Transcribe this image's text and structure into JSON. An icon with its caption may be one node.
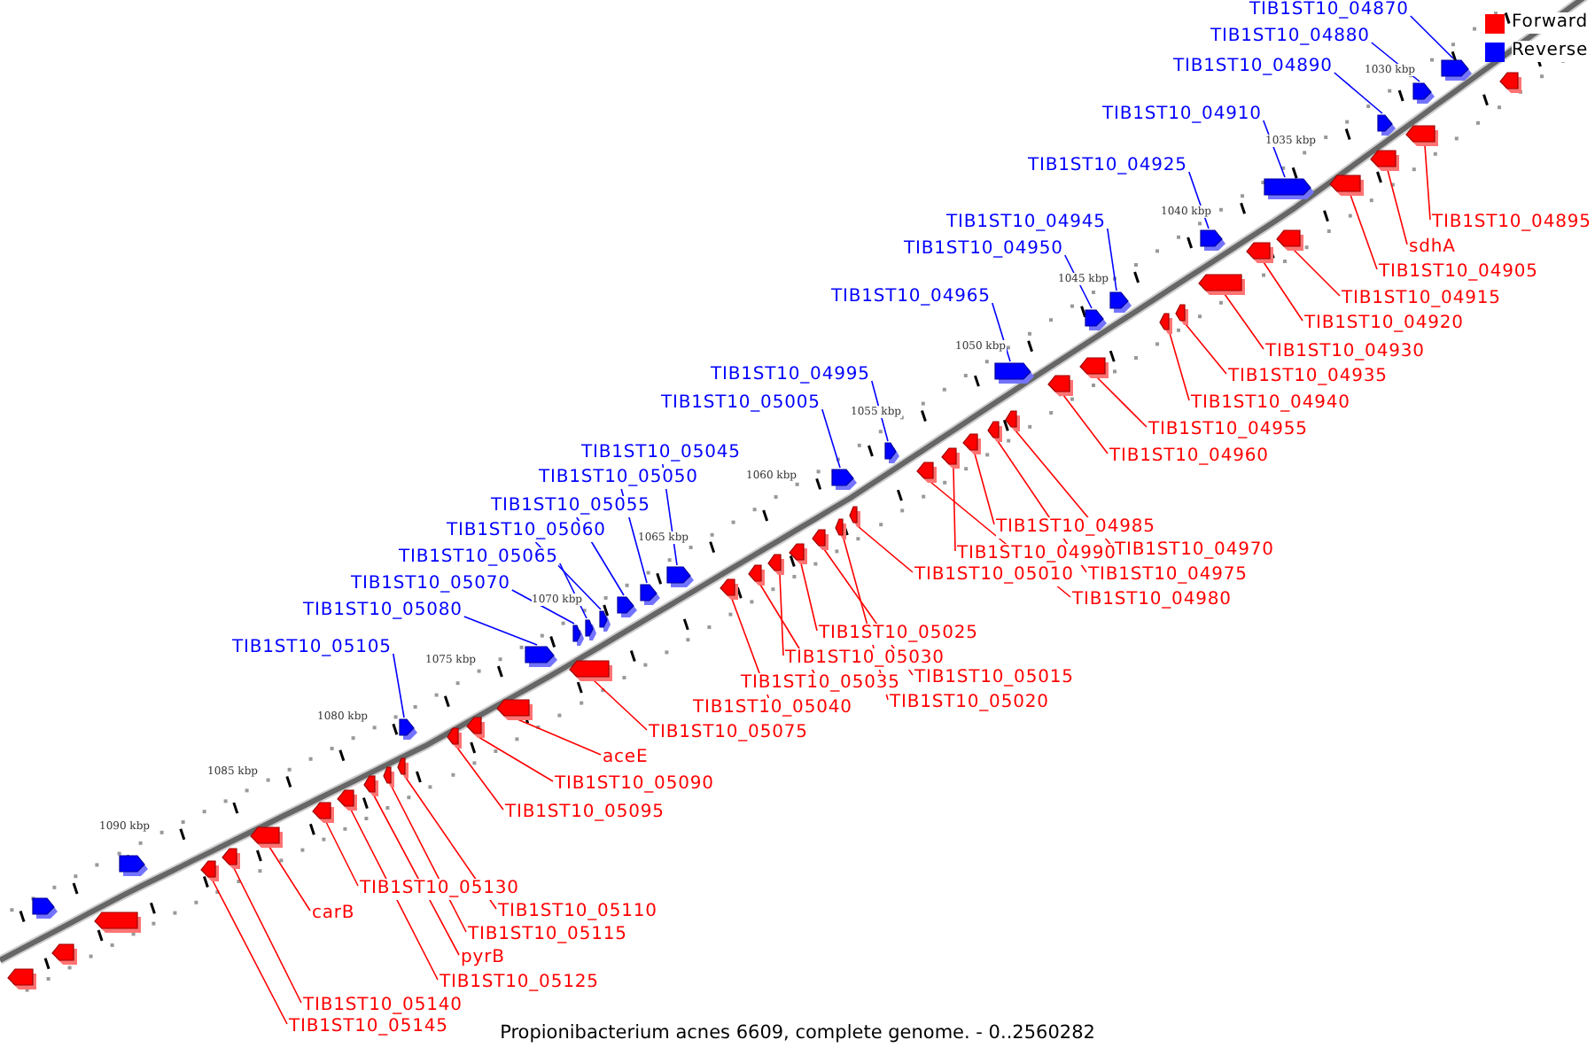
{
  "diagram": {
    "caption": "Propionibacterium acnes 6609, complete genome. - 0..2560282",
    "nodes": [
      {
        "text": [
          "TIB1ST10_04870"
        ]
      },
      {
        "text": [],
        "shape": "arrow"
      },
      {
        "text": [
          "TIB1ST10_04880"
        ]
      },
      {
        "text": [],
        "shape": "arrow"
      },
      {
        "text": [
          "TIB1ST10_04890"
        ]
      },
      {
        "text": [],
        "shape": "arrow"
      },
      {
        "text": [
          "TIB1ST10_04910"
        ]
      },
      {
        "text": [],
        "shape": "arrow"
      },
      {
        "text": [
          "TIB1ST10_04925"
        ]
      },
      {
        "text": [],
        "shape": "arrow"
      },
      {
        "text": [
          "TIB1ST10_04945"
        ]
      },
      {
        "text": [],
        "shape": "arrow"
      },
      {
        "text": [
          "TIB1ST10_04950"
        ]
      },
      {
        "text": [],
        "shape": "arrow"
      },
      {
        "text": [
          "TIB1ST10_04965"
        ]
      },
      {
        "text": [],
        "shape": "arrow"
      },
      {
        "text": [
          "TIB1ST10_04995"
        ]
      },
      {
        "text": [],
        "shape": "arrow"
      },
      {
        "text": [
          "TIB1ST10_05005"
        ]
      },
      {
        "text": [],
        "shape": "arrow"
      },
      {
        "text": [
          "TIB1ST10_05045"
        ]
      },
      {
        "text": [],
        "shape": "arrow"
      },
      {
        "text": [
          "TIB1ST10_05050"
        ]
      },
      {
        "text": [],
        "shape": "arrow"
      },
      {
        "text": [
          "TIB1ST10_05055"
        ]
      },
      {
        "text": [],
        "shape": "arrow"
      },
      {
        "text": [
          "TIB1ST10_05060"
        ]
      },
      {
        "text": [],
        "shape": "arrow"
      },
      {
        "text": [
          "TIB1ST10_05065"
        ]
      },
      {
        "text": [],
        "shape": "arrow"
      },
      {
        "text": [
          "TIB1ST10_05070"
        ]
      },
      {
        "text": [],
        "shape": "arrow"
      },
      {
        "text": [
          "TIB1ST10_05080"
        ]
      },
      {
        "text": [],
        "shape": "arrow"
      },
      {
        "text": [
          "TIB1ST10_05105"
        ]
      },
      {
        "text": [],
        "shape": "arrow"
      },
      {
        "text": [
          "TIB1ST10_04895"
        ]
      },
      {
        "text": [],
        "shape": "arrow"
      },
      {
        "text": [
          "sdhA"
        ]
      },
      {
        "text": [],
        "shape": "arrow"
      },
      {
        "text": [
          "TIB1ST10_04905"
        ]
      },
      {
        "text": [],
        "shape": "arrow"
      },
      {
        "text": [
          "TIB1ST10_04915"
        ]
      },
      {
        "text": [],
        "shape": "arrow"
      },
      {
        "text": [
          "TIB1ST10_04920"
        ]
      },
      {
        "text": [],
        "shape": "arrow"
      },
      {
        "text": [
          "TIB1ST10_04930"
        ]
      },
      {
        "text": [],
        "shape": "arrow"
      },
      {
        "text": [
          "TIB1ST10_04935"
        ]
      },
      {
        "text": [],
        "shape": "arrow"
      },
      {
        "text": [
          "TIB1ST10_04940"
        ]
      },
      {
        "text": [],
        "shape": "arrow"
      },
      {
        "text": [
          "TIB1ST10_04955"
        ]
      },
      {
        "text": [],
        "shape": "arrow"
      },
      {
        "text": [
          "TIB1ST10_04960"
        ]
      },
      {
        "text": [],
        "shape": "arrow"
      },
      {
        "text": [
          "TIB1ST10_04985"
        ]
      },
      {
        "text": [],
        "shape": "arrow"
      },
      {
        "text": [
          "TIB1ST10_04970"
        ]
      },
      {
        "text": [],
        "shape": "arrow"
      },
      {
        "text": [
          "TIB1ST10_04990"
        ]
      },
      {
        "text": [],
        "shape": "arrow"
      },
      {
        "text": [
          "TIB1ST10_04975"
        ]
      },
      {
        "text": [],
        "shape": "arrow"
      },
      {
        "text": [
          "TIB1ST10_05010"
        ]
      },
      {
        "text": [],
        "shape": "arrow"
      },
      {
        "text": [
          "TIB1ST10_04980"
        ]
      },
      {
        "text": [],
        "shape": "arrow"
      },
      {
        "text": [
          "TIB1ST10_05025"
        ]
      },
      {
        "text": [],
        "shape": "arrow"
      },
      {
        "text": [
          "TIB1ST10_05030"
        ]
      },
      {
        "text": [],
        "shape": "arrow"
      },
      {
        "text": [
          "TIB1ST10_05015"
        ]
      },
      {
        "text": [],
        "shape": "arrow"
      },
      {
        "text": [
          "TIB1ST10_05035"
        ]
      },
      {
        "text": [],
        "shape": "arrow"
      },
      {
        "text": [
          "TIB1ST10_05020"
        ]
      },
      {
        "text": [],
        "shape": "arrow"
      },
      {
        "text": [
          "TIB1ST10_05040"
        ]
      },
      {
        "text": [],
        "shape": "arrow"
      },
      {
        "text": [
          "TIB1ST10_05075"
        ]
      },
      {
        "text": [],
        "shape": "arrow"
      },
      {
        "text": [
          "aceE"
        ]
      },
      {
        "text": [],
        "shape": "arrow"
      },
      {
        "text": [
          "TIB1ST10_05090"
        ]
      },
      {
        "text": [],
        "shape": "arrow"
      },
      {
        "text": [
          "TIB1ST10_05095"
        ]
      },
      {
        "text": [],
        "shape": "arrow"
      },
      {
        "text": [
          "TIB1ST10_05130"
        ]
      },
      {
        "text": [],
        "shape": "arrow"
      },
      {
        "text": [
          "carB"
        ]
      },
      {
        "text": [],
        "shape": "arrow"
      },
      {
        "text": [
          "TIB1ST10_05110"
        ]
      },
      {
        "text": [],
        "shape": "arrow"
      },
      {
        "text": [
          "TIB1ST10_05115"
        ]
      },
      {
        "text": [],
        "shape": "arrow"
      },
      {
        "text": [
          "pyrB"
        ]
      },
      {
        "text": [],
        "shape": "arrow"
      },
      {
        "text": [
          "TIB1ST10_05125"
        ]
      },
      {
        "text": [],
        "shape": "arrow"
      },
      {
        "text": [
          "TIB1ST10_05140"
        ]
      },
      {
        "text": [],
        "shape": "arrow"
      },
      {
        "text": [
          "TIB1ST10_05145"
        ]
      },
      {
        "text": [],
        "shape": "arrow"
      },
      {
        "text": [],
        "shape": "arrow"
      },
      {
        "text": [],
        "shape": "arrow"
      },
      {
        "text": [],
        "shape": "arrow"
      },
      {
        "text": [],
        "shape": "arrow"
      },
      {
        "text": [],
        "shape": "arrow"
      },
      {
        "text": [],
        "shape": "arrow"
      }
    ],
    "edges": [
      {
        "from": 0,
        "to": 1,
        "arrow": "none",
        "color": "#0000ff"
      },
      {
        "from": 2,
        "to": 3,
        "arrow": "none",
        "color": "#0000ff"
      },
      {
        "from": 4,
        "to": 5,
        "arrow": "none",
        "color": "#0000ff"
      },
      {
        "from": 6,
        "to": 7,
        "arrow": "none",
        "color": "#0000ff"
      },
      {
        "from": 8,
        "to": 9,
        "arrow": "none",
        "color": "#0000ff"
      },
      {
        "from": 10,
        "to": 11,
        "arrow": "none",
        "color": "#0000ff"
      },
      {
        "from": 12,
        "to": 13,
        "arrow": "none",
        "color": "#0000ff"
      },
      {
        "from": 14,
        "to": 15,
        "arrow": "none",
        "color": "#0000ff"
      },
      {
        "from": 16,
        "to": 17,
        "arrow": "none",
        "color": "#0000ff"
      },
      {
        "from": 18,
        "to": 19,
        "arrow": "none",
        "color": "#0000ff"
      },
      {
        "from": 20,
        "to": 21,
        "arrow": "none",
        "color": "#0000ff"
      },
      {
        "from": 22,
        "to": 23,
        "arrow": "none",
        "color": "#0000ff"
      },
      {
        "from": 24,
        "to": 25,
        "arrow": "none",
        "color": "#0000ff"
      },
      {
        "from": 26,
        "to": 27,
        "arrow": "none",
        "color": "#0000ff"
      },
      {
        "from": 28,
        "to": 29,
        "arrow": "none",
        "color": "#0000ff"
      },
      {
        "from": 30,
        "to": 31,
        "arrow": "none",
        "color": "#0000ff"
      },
      {
        "from": 32,
        "to": 33,
        "arrow": "none",
        "color": "#0000ff"
      },
      {
        "from": 34,
        "to": 35,
        "arrow": "none",
        "color": "#0000ff"
      },
      {
        "from": 36,
        "to": 37,
        "arrow": "none"
      },
      {
        "from": 38,
        "to": 39,
        "arrow": "none"
      },
      {
        "from": 40,
        "to": 41,
        "arrow": "none"
      },
      {
        "from": 42,
        "to": 43,
        "arrow": "none"
      },
      {
        "from": 44,
        "to": 45,
        "arrow": "none"
      },
      {
        "from": 46,
        "to": 47,
        "arrow": "none"
      },
      {
        "from": 48,
        "to": 49,
        "arrow": "none"
      },
      {
        "from": 50,
        "to": 51,
        "arrow": "none"
      },
      {
        "from": 52,
        "to": 53,
        "arrow": "none"
      },
      {
        "from": 54,
        "to": 55,
        "arrow": "none"
      },
      {
        "from": 56,
        "to": 57,
        "arrow": "none"
      },
      {
        "from": 58,
        "to": 59,
        "arrow": "none"
      },
      {
        "from": 60,
        "to": 61,
        "arrow": "none"
      },
      {
        "from": 62,
        "to": 63,
        "arrow": "none"
      },
      {
        "from": 64,
        "to": 65,
        "arrow": "none"
      },
      {
        "from": 66,
        "to": 67,
        "arrow": "none"
      },
      {
        "from": 68,
        "to": 69,
        "arrow": "none"
      },
      {
        "from": 70,
        "to": 71,
        "arrow": "none"
      },
      {
        "from": 72,
        "to": 73,
        "arrow": "none"
      },
      {
        "from": 74,
        "to": 75,
        "arrow": "none"
      },
      {
        "from": 76,
        "to": 77,
        "arrow": "none"
      },
      {
        "from": 78,
        "to": 79,
        "arrow": "none"
      },
      {
        "from": 80,
        "to": 81,
        "arrow": "none"
      },
      {
        "from": 82,
        "to": 83,
        "arrow": "none"
      },
      {
        "from": 84,
        "to": 85,
        "arrow": "none"
      },
      {
        "from": 86,
        "to": 87,
        "arrow": "none"
      },
      {
        "from": 88,
        "to": 89,
        "arrow": "none"
      },
      {
        "from": 90,
        "to": 91,
        "arrow": "none"
      },
      {
        "from": 92,
        "to": 93,
        "arrow": "none"
      },
      {
        "from": 94,
        "to": 95,
        "arrow": "none"
      },
      {
        "from": 96,
        "to": 97,
        "arrow": "none"
      },
      {
        "from": 98,
        "to": 99,
        "arrow": "none"
      },
      {
        "from": 100,
        "to": 101,
        "arrow": "none"
      },
      {
        "from": 102,
        "to": 103,
        "arrow": "none"
      }
    ],
    "labels": [
      "1030 kbp",
      "1035 kbp",
      "1040 kbp",
      "1045 kbp",
      "1050 kbp",
      "1055 kbp",
      "1060 kbp",
      "1065 kbp",
      "1070 kbp",
      "1075 kbp",
      "1080 kbp",
      "1085 kbp",
      "1090 kbp"
    ],
    "legend": [
      {
        "text": "Forward",
        "color": "#ff0000"
      },
      {
        "text": "Reverse",
        "color": "#0000ff"
      }
    ]
  }
}
